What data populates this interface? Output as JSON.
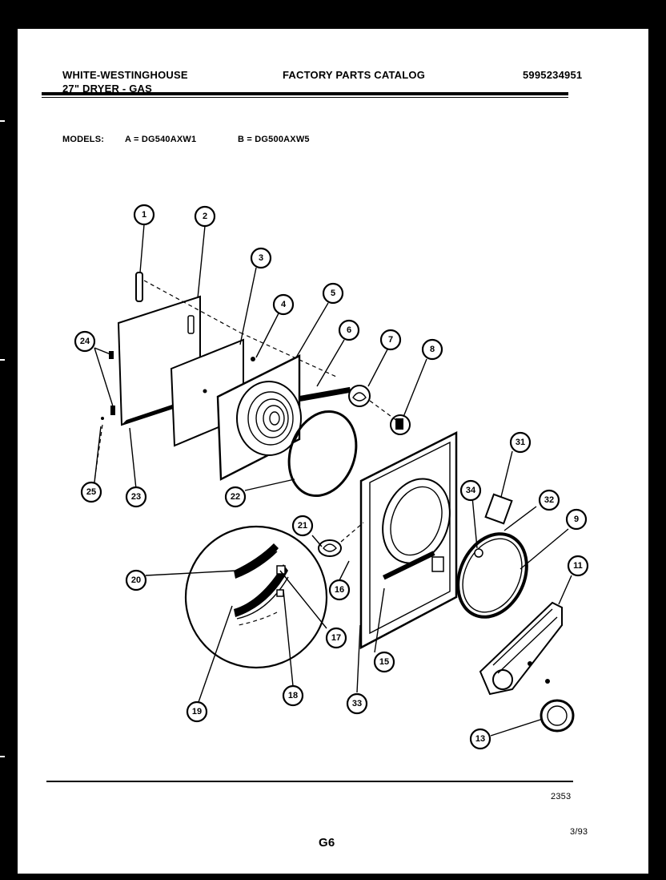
{
  "header": {
    "brand": "WHITE-WESTINGHOUSE",
    "product": "27\" DRYER - GAS",
    "catalog_title": "FACTORY PARTS CATALOG",
    "catalog_number": "5995234951"
  },
  "models": {
    "label": "MODELS:",
    "a": "A = DG540AXW1",
    "b": "B = DG500AXW5"
  },
  "footer": {
    "drawing_number": "2353",
    "page": "G6",
    "date": "3/93"
  },
  "callouts": [
    "1",
    "2",
    "3",
    "4",
    "5",
    "6",
    "7",
    "8",
    "9",
    "11",
    "13",
    "15",
    "16",
    "17",
    "18",
    "19",
    "20",
    "21",
    "22",
    "23",
    "24",
    "25",
    "31",
    "32",
    "33",
    "34"
  ]
}
